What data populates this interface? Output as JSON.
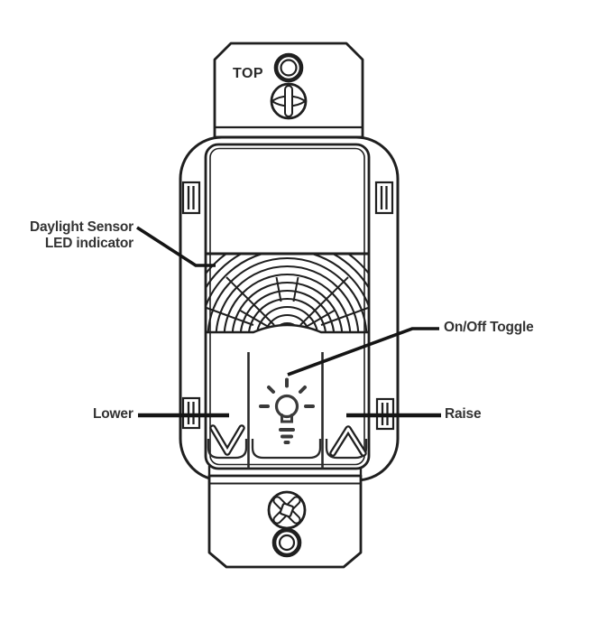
{
  "labels": {
    "top_marking": "TOP",
    "daylight_sensor_line1": "Daylight Sensor",
    "daylight_sensor_line2": "LED indicator",
    "on_off_toggle": "On/Off Toggle",
    "lower": "Lower",
    "raise": "Raise"
  },
  "colors": {
    "background": "#ffffff",
    "line": "#1f1f1f",
    "label_text": "#333333",
    "icon_stroke": "#3a3a3a"
  }
}
